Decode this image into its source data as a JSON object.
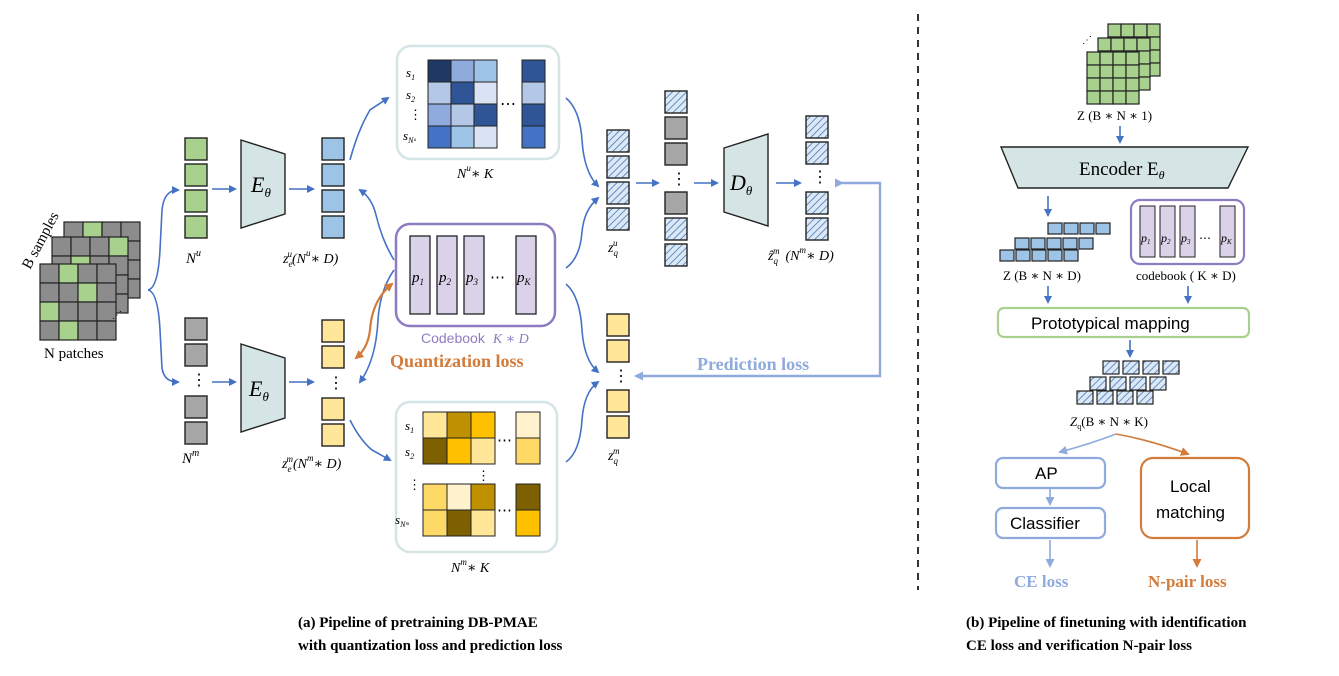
{
  "left": {
    "b_samples": "B samples",
    "n_patches": "N patches",
    "Nu": "N",
    "Nu_sup": "u",
    "Nm": "N",
    "Nm_sup": "m",
    "encoder": "E",
    "encoder_sub": "θ",
    "decoder": "D",
    "decoder_sub": "θ",
    "ze_u": "z",
    "ze_u_sub": "e",
    "ze_u_sup": "u",
    "ze_u_dim": "(N",
    "ze_u_dim_sup": "u",
    "ze_u_dim_rest": "∗ D)",
    "ze_m": "z",
    "ze_m_sub": "e",
    "ze_m_sup": "m",
    "ze_m_dim": "(N",
    "ze_m_dim_sup": "m",
    "ze_m_dim_rest": "∗ D)",
    "su_label": "N",
    "su_label_sup": "u",
    "su_label_rest": "∗ K",
    "sm_label": "N",
    "sm_label_sup": "m",
    "sm_label_rest": "∗ K",
    "s1": "s",
    "s1_sub": "1",
    "s2": "s",
    "s2_sub": "2",
    "sNu": "s",
    "sNu_sub": "Nᵘ",
    "sNm": "s",
    "sNm_sub": "Nᵐ",
    "codebook_p": [
      "p",
      "p",
      "p",
      "p"
    ],
    "codebook_sub": [
      "1",
      "2",
      "3",
      "K"
    ],
    "codebook_label": "Codebook",
    "codebook_dim": "K ∗ D",
    "quant_loss": "Quantization loss",
    "pred_loss": "Prediction loss",
    "zq_u": "z",
    "zq_u_sub": "q",
    "zq_u_sup": "u",
    "zq_m": "z",
    "zq_m_sub": "q",
    "zq_m_sup": "m",
    "zhat": "ẑ",
    "zhat_sub": "q",
    "zhat_sup": "m",
    "zhat_dim": "(N",
    "zhat_dim_sup": "m",
    "zhat_dim_rest": "∗ D)",
    "dots": "⋯",
    "vdots": "⋮"
  },
  "right": {
    "z_input": "Z (B ∗ N ∗ 1)",
    "encoder": "Encoder E",
    "encoder_sub": "θ",
    "z_feat": "Z (B ∗ N ∗ D)",
    "codebook": "codebook ( K ∗ D)",
    "cb_p": [
      "p",
      "p",
      "p",
      "p"
    ],
    "cb_sub": [
      "1",
      "2",
      "3",
      "K"
    ],
    "proto": "Prototypical mapping",
    "zq": "Z",
    "zq_sub": "q",
    "zq_rest": "(B ∗ N ∗ K)",
    "ap": "AP",
    "classifier": "Classifier",
    "local1": "Local",
    "local2": "matching",
    "ce_loss": "CE loss",
    "npair_loss": "N-pair loss"
  },
  "captions": {
    "a1": "(a) Pipeline of pretraining DB-PMAE",
    "a2": "with quantization loss and prediction loss",
    "b1": "(b) Pipeline of  finetuning with identification",
    "b2": "CE loss and verification N-pair loss"
  },
  "colors": {
    "blue_arrow": "#4472c4",
    "light_blue_arrow": "#8faadc",
    "orange": "#d27b3a",
    "green_fill": "#a9d18e",
    "gray_fill": "#a6a6a6",
    "blue_fill": "#9dc3e6",
    "yellow_fill": "#ffe699",
    "purple": "#8e7cc3",
    "encoder_fill": "#d5e4e5"
  }
}
